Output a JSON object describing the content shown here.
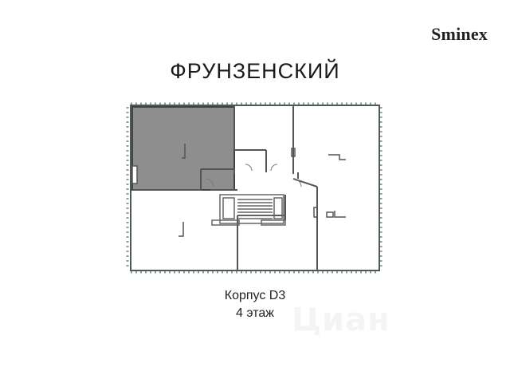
{
  "header": {
    "brand": "Sminex",
    "title": "ФРУНЗЕНСКИЙ"
  },
  "plan": {
    "selected_unit_color": "#8e8e8e",
    "wall_color": "#555555",
    "window_color": "#7fa88f"
  },
  "caption": {
    "building": "Корпус D3",
    "floor": "4 этаж"
  },
  "watermark": {
    "text": "Циан"
  }
}
